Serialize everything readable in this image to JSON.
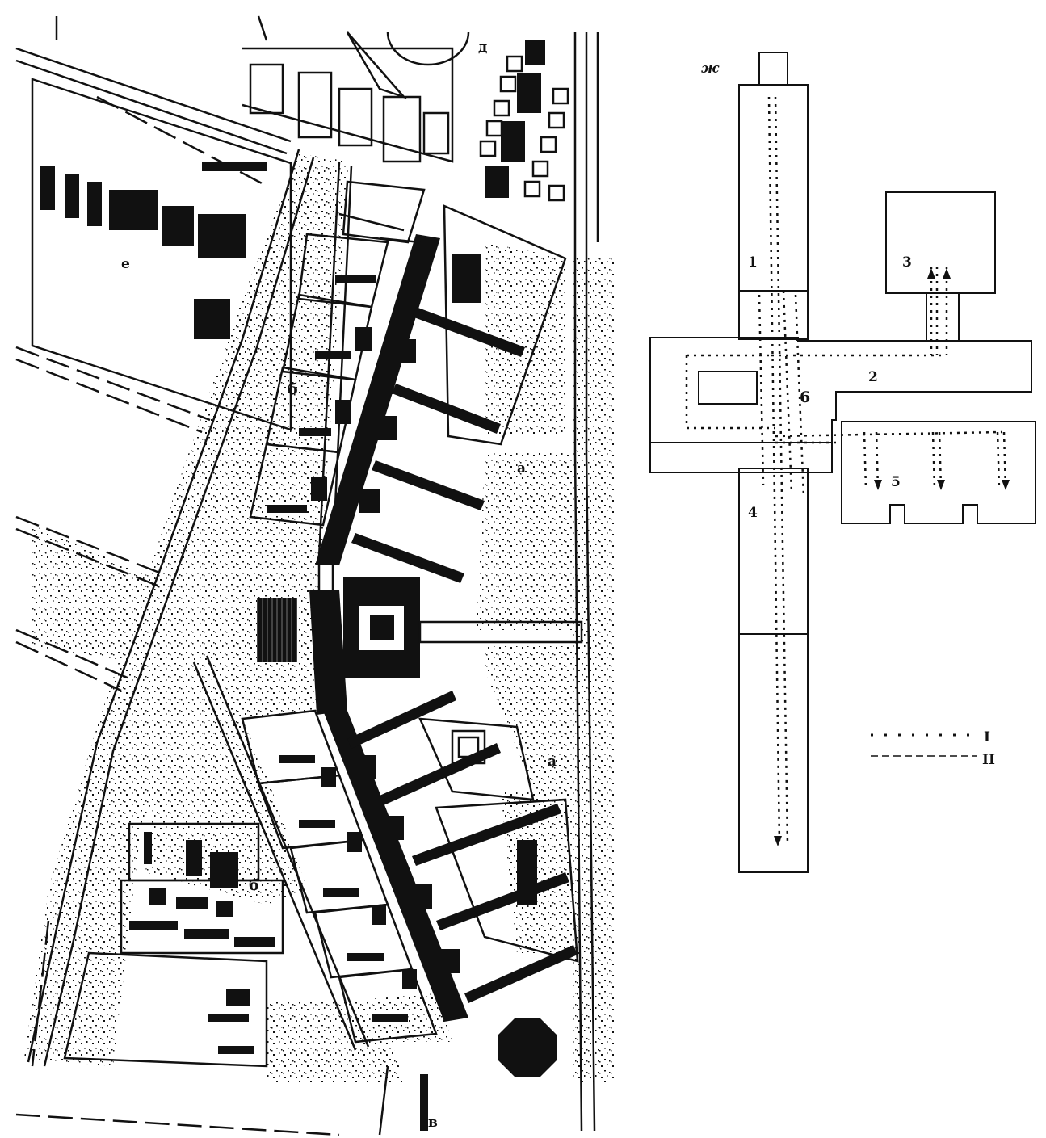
{
  "site_plan": {
    "zone_labels": {
      "d": "д",
      "e": "е",
      "b_upper": "б",
      "a_right": "а",
      "a_lower": "а",
      "b_lower": "б",
      "v": "в"
    }
  },
  "schema": {
    "title_letter": "ж",
    "numbers": {
      "n1": "1",
      "n2": "2",
      "n3": "3",
      "n4": "4",
      "n5": "5",
      "n6": "6"
    }
  },
  "legend": {
    "items": [
      {
        "label": "I"
      },
      {
        "label": "II"
      }
    ]
  },
  "colors": {
    "ink": "#111111",
    "paper": "#ffffff"
  }
}
